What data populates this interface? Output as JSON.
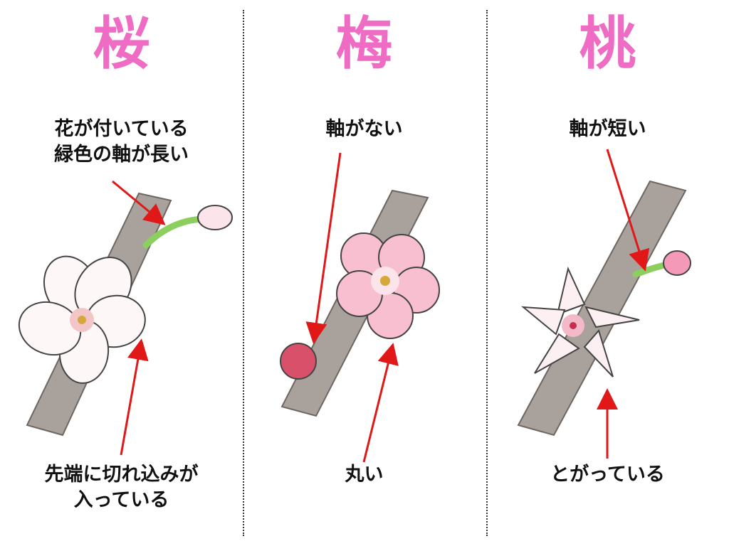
{
  "columns": [
    {
      "title": "桜",
      "top_label_lines": [
        "花が付いている",
        "緑色の軸が長い"
      ],
      "bottom_label_lines": [
        "先端に切れ込みが",
        "入っている"
      ]
    },
    {
      "title": "梅",
      "top_label_lines": [
        "軸がない"
      ],
      "bottom_label_lines": [
        "丸い"
      ]
    },
    {
      "title": "桃",
      "top_label_lines": [
        "軸が短い"
      ],
      "bottom_label_lines": [
        "とがっている"
      ]
    }
  ],
  "colors": {
    "title": "#ef6cc4",
    "arrow": "#e01818",
    "branch": "#a8a19c",
    "stem": "#8ccf5e"
  },
  "icons": [
    "sakura-flower-icon",
    "ume-flower-icon",
    "momo-flower-icon",
    "flower-bud-icon",
    "branch-icon",
    "arrow-icon"
  ]
}
